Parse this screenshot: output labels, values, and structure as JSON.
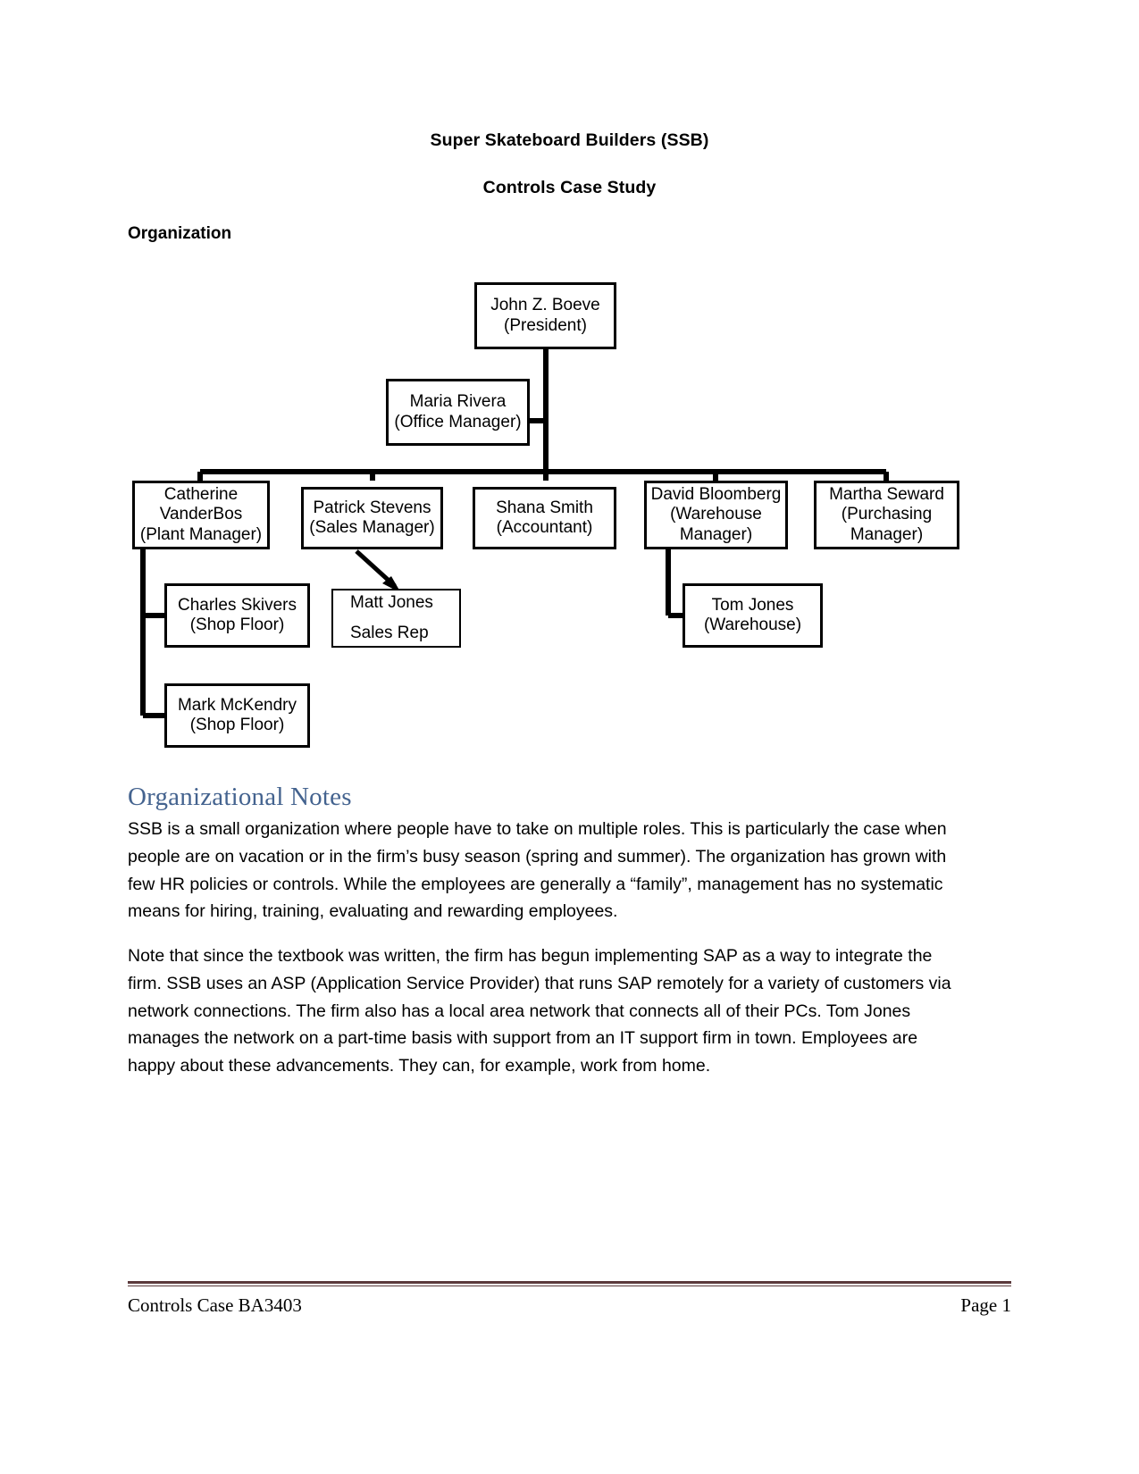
{
  "document": {
    "title_line1": "Super Skateboard Builders (SSB)",
    "title_line2": "Controls Case Study",
    "section_heading": "Organization"
  },
  "org_chart": {
    "nodes": [
      {
        "id": "president",
        "name": "John Z. Boeve",
        "role": "(President)"
      },
      {
        "id": "office",
        "name": "Maria Rivera",
        "role": "(Office Manager)"
      },
      {
        "id": "plant",
        "name": "Catherine VanderBos",
        "name_l1": "Catherine",
        "name_l2": "VanderBos",
        "role": "(Plant Manager)"
      },
      {
        "id": "sales",
        "name": "Patrick Stevens",
        "role": "(Sales Manager)"
      },
      {
        "id": "accountant",
        "name": "Shana Smith",
        "role": "(Accountant)"
      },
      {
        "id": "warehouse",
        "name": "David Bloomberg",
        "role_l1": "(Warehouse",
        "role_l2": "Manager)"
      },
      {
        "id": "purchasing",
        "name": "Martha Seward",
        "role_l1": "(Purchasing",
        "role_l2": "Manager)"
      },
      {
        "id": "shopfloor1",
        "name": "Charles Skivers",
        "role": "(Shop Floor)"
      },
      {
        "id": "salesrep",
        "name": "Matt Jones",
        "role": "Sales Rep"
      },
      {
        "id": "warehouse1",
        "name": "Tom Jones",
        "role": "(Warehouse)"
      },
      {
        "id": "shopfloor2",
        "name": "Mark McKendry",
        "role": "(Shop Floor)"
      }
    ]
  },
  "notes": {
    "heading": "Organizational Notes",
    "paragraph1": "SSB is a small organization where people have to take on multiple roles.  This is particularly the case when people are on vacation or in the firm’s busy season (spring and summer).  The organization has grown with few HR policies or controls.  While the employees are generally a “family”, management has no systematic means for hiring, training, evaluating and rewarding employees.",
    "paragraph2": "Note that since the textbook was written, the firm has begun implementing SAP as a way to integrate the firm.  SSB uses an ASP (Application Service Provider) that runs SAP remotely for a variety of customers via network connections.  The firm also has a local area network that connects all of their PCs.  Tom Jones manages the network on a part-time basis with support from an IT support firm in town.  Employees are happy about these advancements.  They can, for example, work from home."
  },
  "footer": {
    "left": "Controls Case BA3403",
    "right": "Page 1",
    "rule_color": "#5b3a3c"
  }
}
